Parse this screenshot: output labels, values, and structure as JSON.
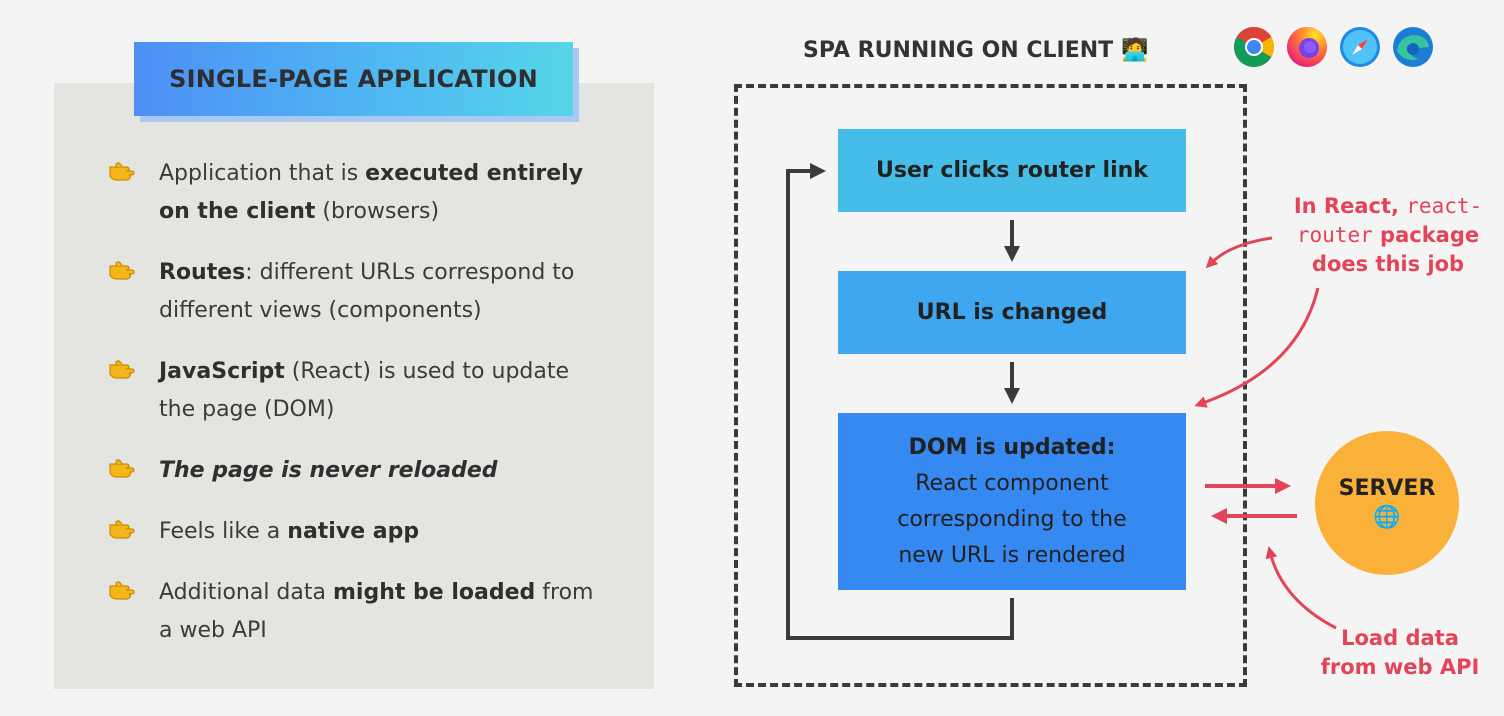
{
  "left_panel": {
    "title": "SINGLE-PAGE APPLICATION",
    "bullets": [
      {
        "pre": "Application that is ",
        "bold": "executed entirely on the client",
        "post": " (browsers)"
      },
      {
        "pre": "",
        "bold": "Routes",
        "post": ": different URLs correspond to different views (components)"
      },
      {
        "pre": "",
        "bold": "JavaScript",
        "post": " (React) is used to update the page (DOM)"
      },
      {
        "italic_bold": "The page is never reloaded"
      },
      {
        "pre": "Feels like a ",
        "bold": "native app",
        "post": ""
      },
      {
        "pre": "Additional data ",
        "bold": "might be loaded",
        "post": " from a web API"
      }
    ]
  },
  "diagram": {
    "title": "SPA RUNNING ON CLIENT",
    "title_emoji": "🧑‍💻",
    "step1": "User clicks router link",
    "step2": "URL is changed",
    "step3_line1": "DOM is updated:",
    "step3_line2": "React component",
    "step3_line3": "corresponding to the",
    "step3_line4": "new URL is rendered",
    "server_label": "SERVER",
    "server_icon": "🌐"
  },
  "annotations": {
    "router_note": {
      "line1_pre": "In React, ",
      "line1_code": "react-",
      "line2_code": "router",
      "line2_post": " package",
      "line3": "does this job"
    },
    "api_note_line1": "Load data",
    "api_note_line2": "from web API"
  },
  "browsers": [
    "chrome-icon",
    "firefox-icon",
    "safari-icon",
    "edge-icon"
  ],
  "colors": {
    "accent_red": "#e24559",
    "box1": "#46bde8",
    "box2": "#3fa6f0",
    "box3": "#3789f2",
    "server": "#f9b13a"
  }
}
